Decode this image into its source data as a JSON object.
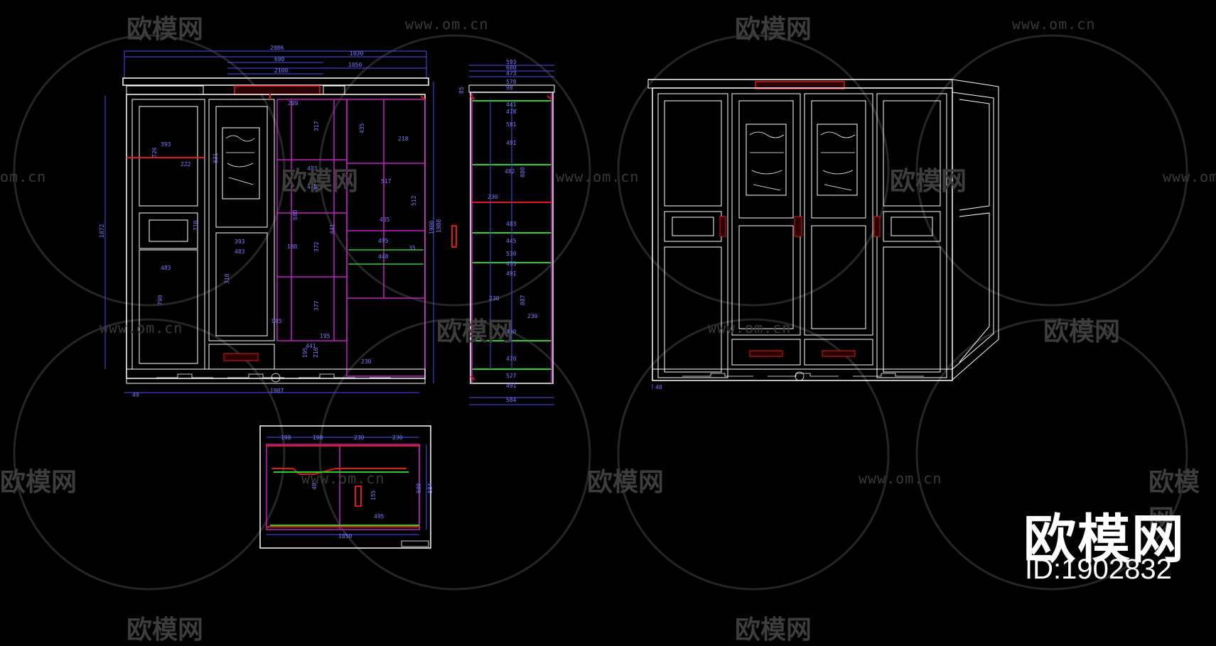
{
  "watermark": {
    "domain": "www.om.cn",
    "domain_partial": "om.cn",
    "logo": "欧模网",
    "logo_partial": "欧模网",
    "color": "#3a3a3a"
  },
  "brand": {
    "name": "欧模网",
    "id": "ID:1902832",
    "color": "#ffffff"
  },
  "colors": {
    "line": "#ffffff",
    "dimension": "#4a4aff",
    "accent_magenta": "#c020c0",
    "accent_green": "#28d028",
    "accent_red": "#e01818"
  },
  "front_elevation": {
    "dims_top": [
      "2086",
      "1030",
      "600",
      "1050",
      "2100"
    ],
    "dims_left": [
      "1872"
    ],
    "dims_inner": [
      "393",
      "222",
      "726",
      "210",
      "483",
      "790",
      "393",
      "483",
      "318",
      "831",
      "209",
      "317",
      "483",
      "372",
      "448",
      "680",
      "108",
      "372",
      "905",
      "377",
      "195",
      "441",
      "195",
      "216",
      "230",
      "435",
      "218",
      "517",
      "512",
      "435",
      "495",
      "448",
      "441",
      "1900",
      "1980",
      "35"
    ],
    "dims_bottom": [
      "49",
      "1987"
    ]
  },
  "side_section": {
    "dims_top": [
      "593",
      "600",
      "473",
      "578",
      "98"
    ],
    "dims_left": [
      "85"
    ],
    "dims_inner": [
      "441",
      "478",
      "581",
      "491",
      "482",
      "880",
      "230",
      "483",
      "445",
      "530",
      "455",
      "491",
      "230",
      "887",
      "230",
      "490",
      "470",
      "527"
    ],
    "dims_bottom": [
      "491",
      "584"
    ]
  },
  "plan_view": {
    "dims_top": [
      "198",
      "198",
      "230",
      "230"
    ],
    "dims_inner": [
      "40",
      "155",
      "495",
      "600"
    ],
    "dims_right": [
      "584"
    ],
    "dims_bottom": [
      "1050"
    ]
  },
  "perspective": {
    "dims": [
      "40"
    ]
  }
}
